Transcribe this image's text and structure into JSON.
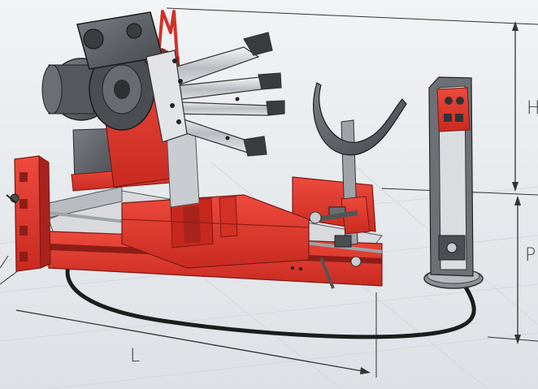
{
  "dimensions": {
    "length_label": "L",
    "height_label": "H",
    "depth_label": "P"
  },
  "colors": {
    "accent": "#e03a2f",
    "accent_dark": "#a8231b",
    "machine_grey": "#5a5d62",
    "chrome": "#c9ccd0",
    "background": "#e6e9ec",
    "dimension_line": "#333333"
  },
  "icons": [
    "tyre-changer-machine",
    "control-console",
    "pneumatic-hose"
  ]
}
